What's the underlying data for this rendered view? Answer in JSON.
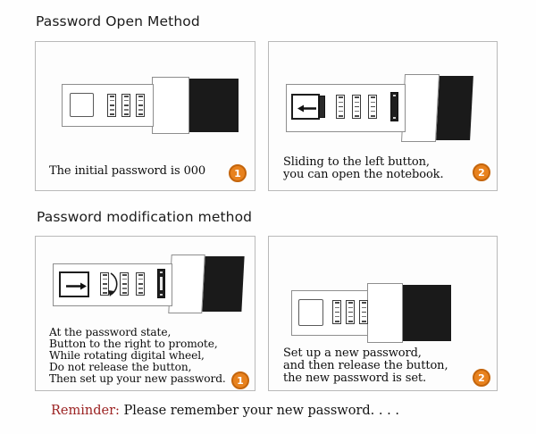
{
  "document": {
    "title": "Password Open Method",
    "background_color": "#fefefe"
  },
  "sections": [
    {
      "id": "open",
      "heading": "Password Open Method"
    },
    {
      "id": "modify",
      "heading": "Password modification method"
    }
  ],
  "panels": [
    {
      "id": "panel-1",
      "step_number": "1",
      "caption": "The initial password is 000",
      "illustration": "lock-closed-with-square-and-three-dials"
    },
    {
      "id": "panel-2",
      "step_number": "2",
      "caption_line1": "Sliding to the left button,",
      "caption_line2": "you can open the notebook.",
      "illustration": "lock-open-with-left-arrow-button-three-dials-and-indicator-strip"
    },
    {
      "id": "panel-3",
      "step_number": "1",
      "caption_line1": "At the password state,",
      "caption_line2": "Button to the right to promote,",
      "caption_line3": "While rotating digital wheel,",
      "caption_line4": "Do not release the button,",
      "caption_line5": "Then set up your new password.",
      "illustration": "lock-with-right-arrow-button-rotating-dial-and-indicator-strip"
    },
    {
      "id": "panel-4",
      "step_number": "2",
      "caption_line1": "Set up a new password,",
      "caption_line2": "and then release the button,",
      "caption_line3": "the new password is set.",
      "illustration": "lock-closed-with-square-and-three-dials"
    }
  ],
  "reminder": {
    "label": "Reminder:",
    "text": " Please remember your new password. . . .",
    "label_color": "#9b2222"
  },
  "colors": {
    "badge_fill": "#e8821e",
    "badge_ring": "#c4650c",
    "panel_border": "#b9b9b9",
    "lock_cover": "#1a1a1a",
    "text": "#0d0d0d"
  }
}
